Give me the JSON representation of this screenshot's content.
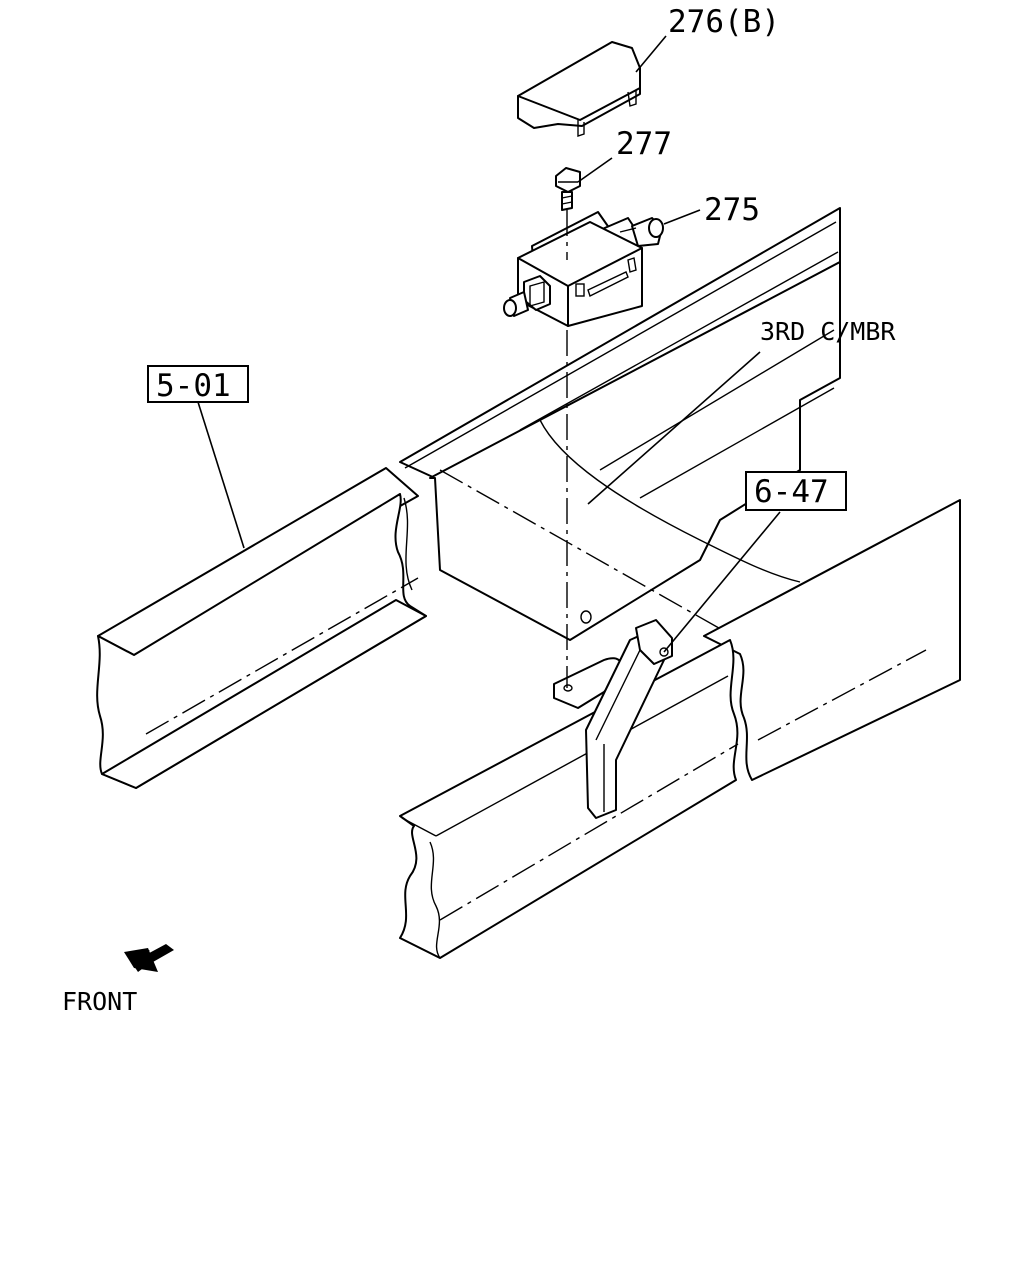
{
  "diagram": {
    "callouts": {
      "cover": "276(B)",
      "bolt": "277",
      "switch": "275",
      "cross_member": "3RD C/MBR",
      "ref_frame": "5-01",
      "ref_bracket": "6-47"
    },
    "direction_label": "FRONT",
    "icons": {
      "direction": "front-arrow-icon"
    }
  }
}
